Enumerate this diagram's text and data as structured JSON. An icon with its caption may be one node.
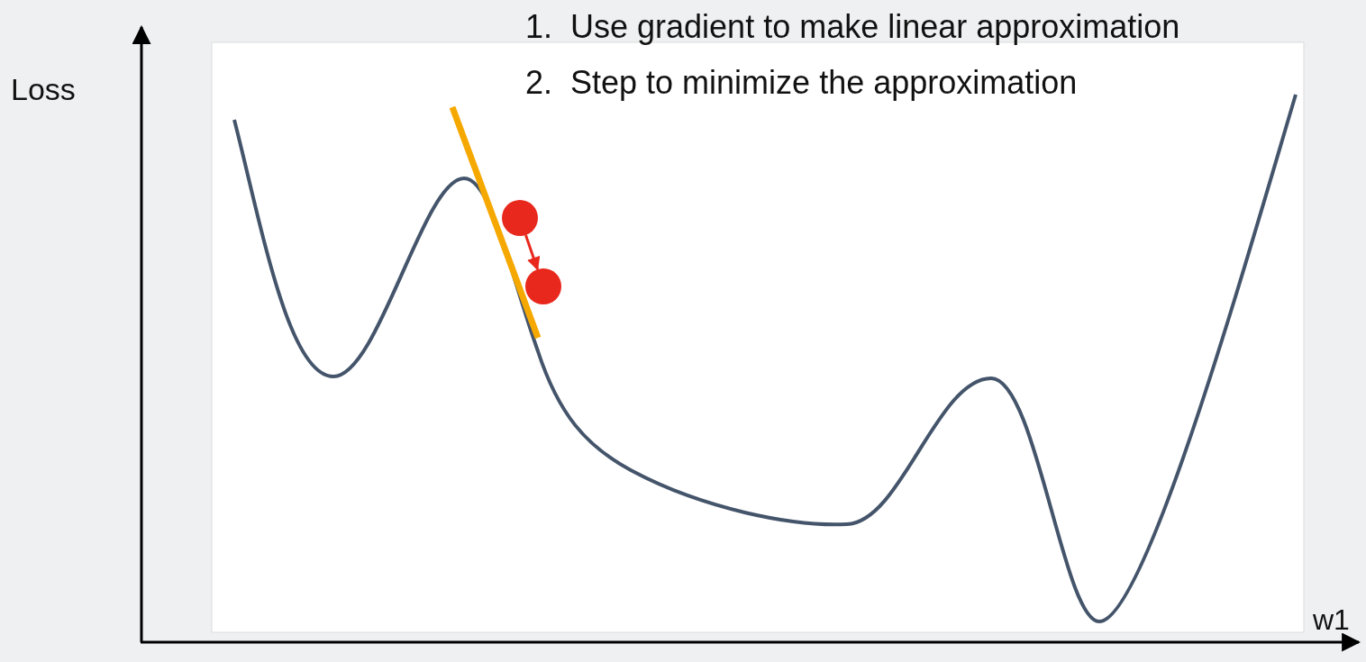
{
  "diagram": {
    "nodes": [
      {
        "text": [],
        "shape": "circle"
      },
      {
        "text": [],
        "shape": "circle"
      }
    ],
    "edges": [
      {
        "from": 0,
        "to": 1,
        "arrow": "to"
      }
    ],
    "labels": [
      "1.  Use gradient to make linear approximation",
      "2.  Step to minimize the approximation",
      "Loss",
      "w1"
    ]
  }
}
